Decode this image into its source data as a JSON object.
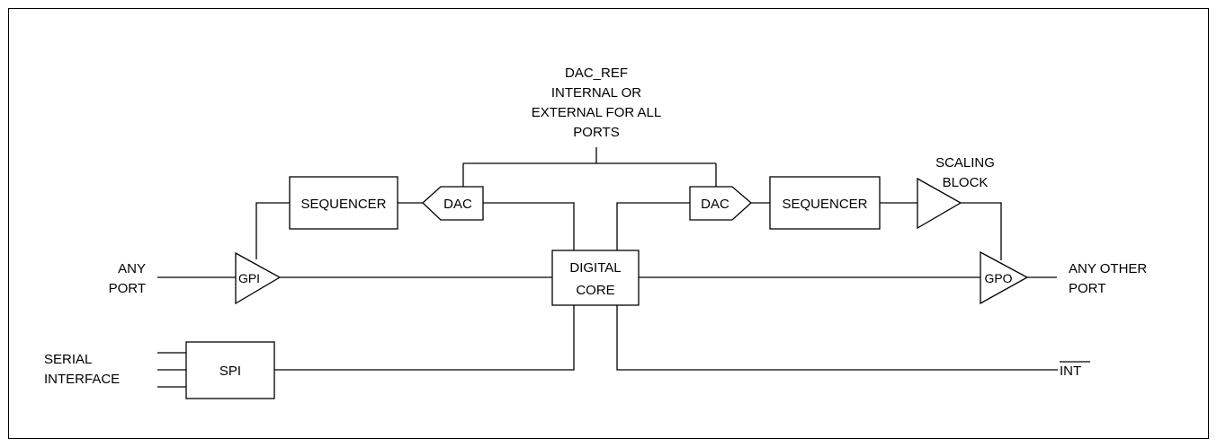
{
  "diagram": {
    "dac_ref_label": {
      "line1": "DAC_REF",
      "line2": "INTERNAL OR",
      "line3": "EXTERNAL FOR ALL",
      "line4": "PORTS"
    },
    "blocks": {
      "sequencer_left": "SEQUENCER",
      "sequencer_right": "SEQUENCER",
      "dac_left": "DAC",
      "dac_right": "DAC",
      "digital_core_line1": "DIGITAL",
      "digital_core_line2": "CORE",
      "gpi": "GPI",
      "gpo": "GPO",
      "spi": "SPI"
    },
    "scaling_block_label": {
      "line1": "SCALING",
      "line2": "BLOCK"
    },
    "ports": {
      "any_port_line1": "ANY",
      "any_port_line2": "PORT",
      "any_other_port_line1": "ANY OTHER",
      "any_other_port_line2": "PORT",
      "serial_interface_line1": "SERIAL",
      "serial_interface_line2": "INTERFACE",
      "int_signal": "INT"
    }
  }
}
